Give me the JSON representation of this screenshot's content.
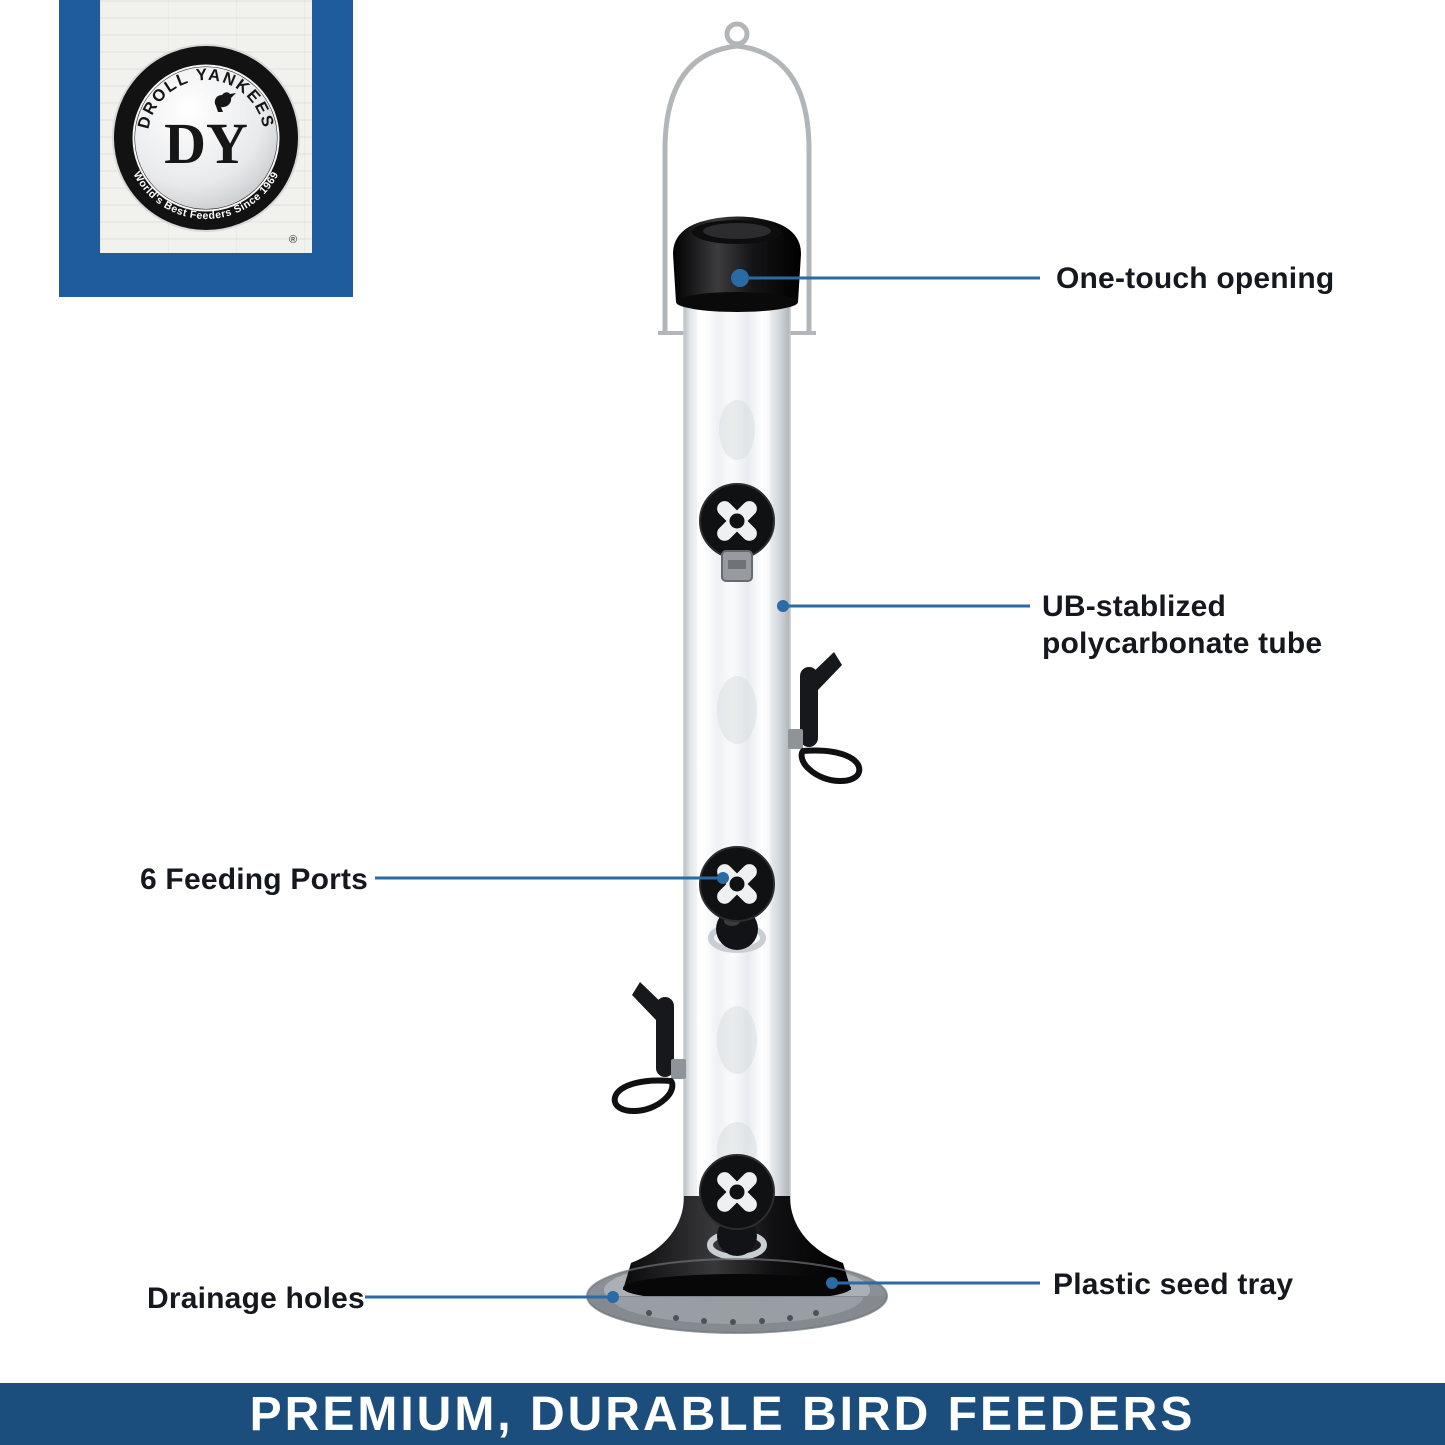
{
  "page": {
    "background": "#ffffff"
  },
  "logo": {
    "brand_initials": "DY",
    "arc_top": "DROLL YANKEES",
    "arc_bottom": "World's Best Feeders Since 1969",
    "registered_mark": "®"
  },
  "callouts": {
    "one_touch": {
      "label": "One-touch opening"
    },
    "tube": {
      "line1": "UB-stablized",
      "line2": "polycarbonate tube"
    },
    "feeding_ports": {
      "label": "6 Feeding Ports"
    },
    "drainage": {
      "label": "Drainage holes"
    },
    "seed_tray": {
      "label": "Plastic seed tray"
    }
  },
  "banner": {
    "text": "PREMIUM, DURABLE BIRD FEEDERS"
  },
  "colors": {
    "logo_blue": "#1f5c9e",
    "banner_blue": "#1c4e7d",
    "callout_blue": "#2a6aa5",
    "label_text": "#15181e",
    "feeder_black": "#121316",
    "tray_grey": "#8a9095"
  }
}
